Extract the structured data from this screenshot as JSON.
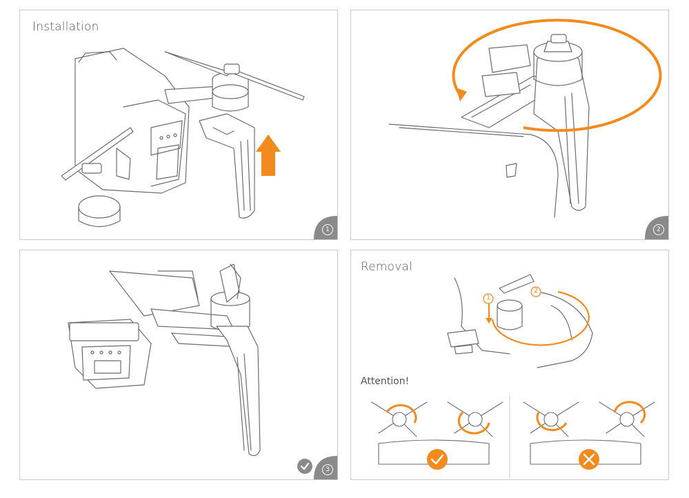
{
  "panels": [
    {
      "title": "Installation",
      "step": "1"
    },
    {
      "title": "",
      "step": "2"
    },
    {
      "title": "",
      "step": "3"
    },
    {
      "title": "Removal",
      "subtitle": "Attention!",
      "callouts": [
        "1",
        "2"
      ]
    }
  ],
  "colors": {
    "accent": "#f28a1e",
    "line": "#6b6b6b",
    "badge": "#8a8a8a",
    "border": "#c9c9c9"
  },
  "icons": [
    "step-number-icon",
    "check-icon",
    "cross-icon",
    "rotate-arrow-icon",
    "up-arrow-icon"
  ]
}
